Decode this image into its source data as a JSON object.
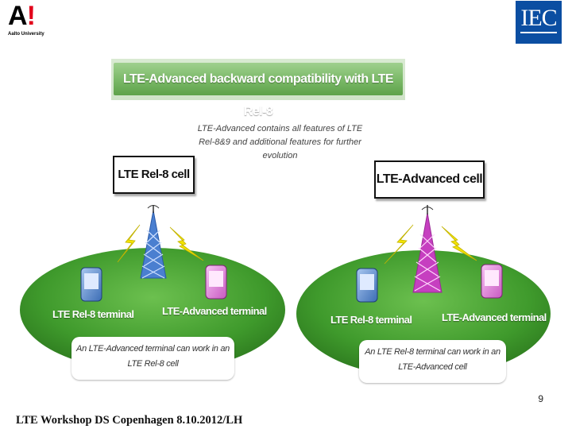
{
  "header": {
    "left_logo": {
      "mark": "A",
      "mark_accent": "!",
      "name": "Aalto University"
    },
    "right_logo": {
      "text": "IEC"
    }
  },
  "figure": {
    "title": "LTE-Advanced backward compatibility with LTE Rel-8",
    "note": "LTE-Advanced contains all features of LTE Rel-8&9 and additional features for further evolution",
    "left_cell": {
      "label": "LTE Rel-8 cell",
      "terminal_left": "LTE Rel-8 terminal",
      "terminal_right": "LTE-Advanced terminal",
      "caption_line1": "An LTE-Advanced terminal can work in an",
      "caption_line2": "LTE Rel-8 cell",
      "tower_color": "#4a7fd0"
    },
    "right_cell": {
      "label": "LTE-Advanced cell",
      "terminal_left": "LTE Rel-8 terminal",
      "terminal_right": "LTE-Advanced terminal",
      "caption_line1": "An LTE Rel-8 terminal can work in an",
      "caption_line2": "LTE-Advanced cell",
      "tower_color": "#c63fc0"
    },
    "colors": {
      "oval": "#3f9a2c",
      "lightning": "#f2e200",
      "banner": "#6fb05a"
    }
  },
  "page_number": "9",
  "footer": "LTE Workshop DS Copenhagen 8.10.2012/LH"
}
